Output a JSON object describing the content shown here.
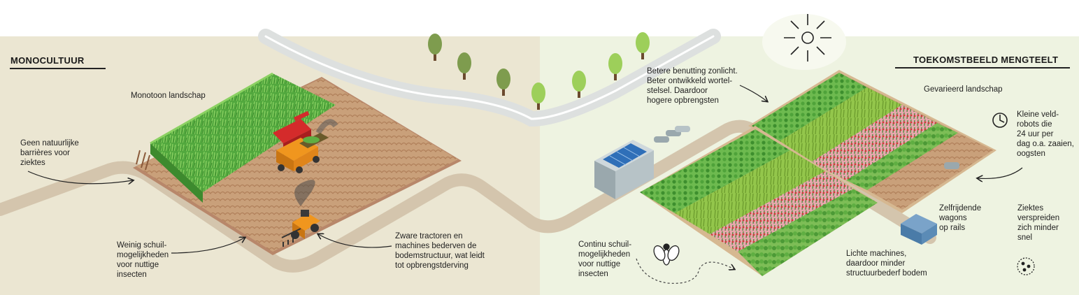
{
  "left_panel": {
    "title": "MONOCULTUUR",
    "labels": {
      "landscape": "Monotoon landschap",
      "no_barriers": "Geen natuurlijke\nbarrières voor\nziektes",
      "few_shelter": "Weinig schuil-\nmogelijkheden\nvoor nuttige\ninsecten",
      "heavy_machines": "Zware tractoren en\nmachines bederven de\nbodemstructuur, wat leidt\ntot opbrengstderving"
    }
  },
  "right_panel": {
    "title": "TOEKOMSTBEELD MENGTEELT",
    "labels": {
      "sunlight": "Betere benutting zonlicht.\nBeter ontwikkeld wortel-\nstelsel. Daardoor\nhogere opbrengsten",
      "varied": "Gevarieerd landschap",
      "robots": "Kleine veld-\nrobots die\n24 uur per\ndag o.a. zaaien,\noogsten",
      "wagons": "Zelfrijdende\nwagons\nop rails",
      "diseases": "Ziektes\nverspreiden\nzich minder\nsnel",
      "shelter": "Continu schuil-\nmogelijkheden\nvoor nuttige\ninsecten",
      "light_machines": "Lichte machines,\ndaardoor minder\nstructuurbederf bodem"
    }
  },
  "icons": [
    "sun-icon",
    "clock-icon",
    "fly-icon",
    "disease-spores-icon",
    "tree-icon",
    "tractor-icon",
    "harvester-icon",
    "greenhouse-icon",
    "robot-icon",
    "rail-wagon-icon"
  ],
  "colors": {
    "left_background": "#ebe6d2",
    "right_background": "#eef3e1",
    "road": "#d4c5ad",
    "soil": "#c79a72",
    "crop_green": "#5cb548",
    "tractor_orange": "#f0961e",
    "harvester_red": "#d42b2b"
  }
}
